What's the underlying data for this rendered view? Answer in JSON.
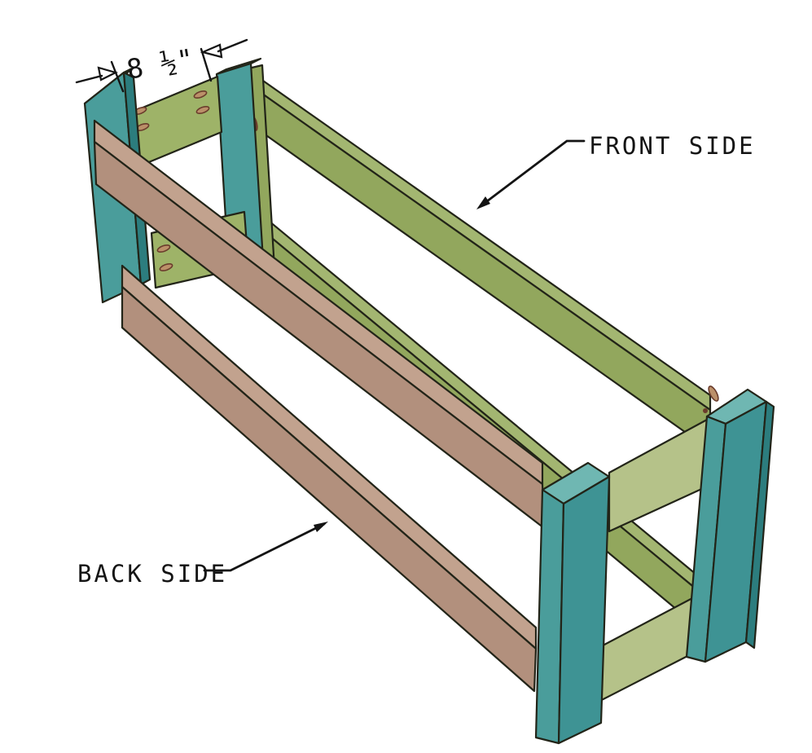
{
  "diagram": {
    "dimension_label": "8 ½\"",
    "front_label": "FRONT SIDE",
    "back_label": "BACK SIDE"
  },
  "colors": {
    "bg": "#FFFFFF",
    "ink": "#141414",
    "outline": "#222418",
    "teal_light": "#6FB7B2",
    "teal_main": "#4A9D9B",
    "teal_deep": "#3E9394",
    "teal_dark": "#2C7D7E",
    "green_top": "#A3B671",
    "green_front": "#92A75D",
    "green_inside": "#9EB368",
    "green_panel": "#B5C289",
    "tan_top": "#C2A28E",
    "tan_front": "#B2907D",
    "hole_fill": "#BB9069",
    "hole_dark": "#6A3C2C"
  }
}
